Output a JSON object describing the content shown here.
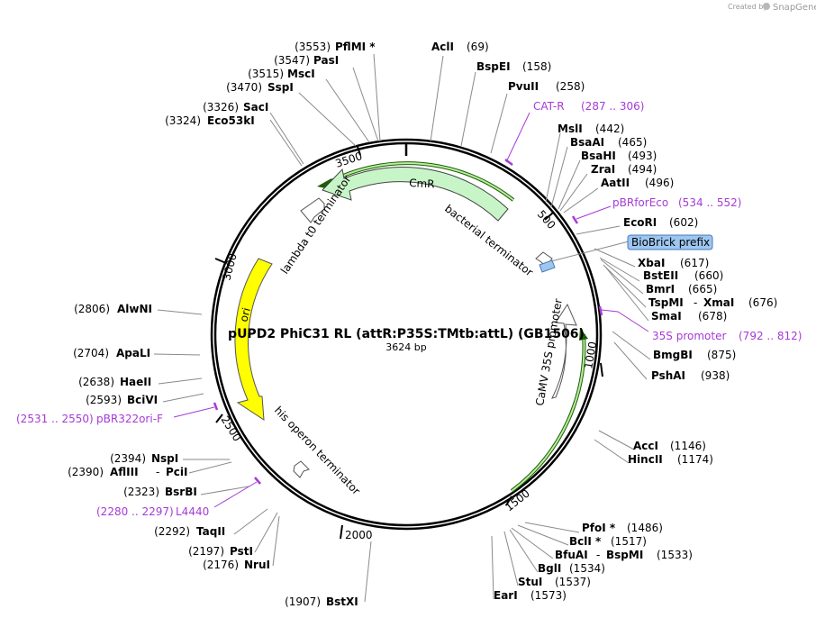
{
  "credit": {
    "prefix": "Created by",
    "brand": "SnapGene"
  },
  "map": {
    "title": "pUPD2 PhiC31 RL (attR:P35S:TMtb:attL) (GB1506)",
    "length_label": "3624 bp",
    "length": 3624
  },
  "ticks": [
    "500",
    "1000",
    "1500",
    "2000",
    "2500",
    "3000",
    "3500"
  ],
  "sites": [
    {
      "name": "PflMI *",
      "pos": "(3553)"
    },
    {
      "name": "PasI",
      "pos": "(3547)"
    },
    {
      "name": "MscI",
      "pos": "(3515)"
    },
    {
      "name": "SspI",
      "pos": "(3470)"
    },
    {
      "name": "SacI",
      "pos": "(3326)"
    },
    {
      "name": "Eco53kI",
      "pos": "(3324)"
    },
    {
      "name": "AclI",
      "pos": "(69)"
    },
    {
      "name": "BspEI",
      "pos": "(158)"
    },
    {
      "name": "PvuII",
      "pos": "(258)"
    },
    {
      "name": "MslI",
      "pos": "(442)"
    },
    {
      "name": "BsaAI",
      "pos": "(465)"
    },
    {
      "name": "BsaHI",
      "pos": "(493)"
    },
    {
      "name": "ZraI",
      "pos": "(494)"
    },
    {
      "name": "AatII",
      "pos": "(496)"
    },
    {
      "name": "EcoRI",
      "pos": "(602)"
    },
    {
      "name": "XbaI",
      "pos": "(617)"
    },
    {
      "name": "BstEII",
      "pos": "(660)"
    },
    {
      "name": "BmrI",
      "pos": "(665)"
    },
    {
      "name": "TspMI",
      "sep": "-",
      "name2": "XmaI",
      "pos": "(676)"
    },
    {
      "name": "SmaI",
      "pos": "(678)"
    },
    {
      "name": "BmgBI",
      "pos": "(875)"
    },
    {
      "name": "PshAI",
      "pos": "(938)"
    },
    {
      "name": "AccI",
      "pos": "(1146)"
    },
    {
      "name": "HincII",
      "pos": "(1174)"
    },
    {
      "name": "PfoI *",
      "pos": "(1486)"
    },
    {
      "name": "BclI *",
      "pos": "(1517)"
    },
    {
      "name": "BfuAI",
      "sep": "-",
      "name2": "BspMI",
      "pos": "(1533)"
    },
    {
      "name": "BglI",
      "pos": "(1534)"
    },
    {
      "name": "StuI",
      "pos": "(1537)"
    },
    {
      "name": "EarI",
      "pos": "(1573)"
    },
    {
      "name": "BstXI",
      "pos": "(1907)"
    },
    {
      "name": "NruI",
      "pos": "(2176)"
    },
    {
      "name": "PstI",
      "pos": "(2197)"
    },
    {
      "name": "TaqII",
      "pos": "(2292)"
    },
    {
      "name": "BsrBI",
      "pos": "(2323)"
    },
    {
      "name": "AflIII",
      "sep": "-",
      "name2": "PciI",
      "pos": "(2390)"
    },
    {
      "name": "NspI",
      "pos": "(2394)"
    },
    {
      "name": "BciVI",
      "pos": "(2593)"
    },
    {
      "name": "HaeII",
      "pos": "(2638)"
    },
    {
      "name": "ApaLI",
      "pos": "(2704)"
    },
    {
      "name": "AlwNI",
      "pos": "(2806)"
    }
  ],
  "primers": [
    {
      "name": "CAT-R",
      "range": "(287 .. 306)"
    },
    {
      "name": "pBRforEco",
      "range": "(534 .. 552)"
    },
    {
      "name": "35S promoter",
      "range": "(792 .. 812)"
    },
    {
      "name": "pBR322ori-F",
      "range": "(2531 .. 2550)"
    },
    {
      "name": "L4440",
      "range": "(2280 .. 2297)"
    }
  ],
  "features": {
    "cmr": "CmR",
    "bacterial_terminator": "bacterial terminator",
    "lambda_terminator": "lambda t0 terminator",
    "biobrick": "BioBrick prefix",
    "camv": "CaMV 35S promoter",
    "his": "his operon terminator",
    "ori": "ori"
  },
  "colors": {
    "backbone": "#000000",
    "cmr_fill": "#c8f5c8",
    "cmr_line": "#3a8a1a",
    "ori_fill": "#ffff00",
    "primer": "#a53bd6",
    "biobrick_fill": "#9dc6f0",
    "biobrick_line": "#4a78b8"
  }
}
